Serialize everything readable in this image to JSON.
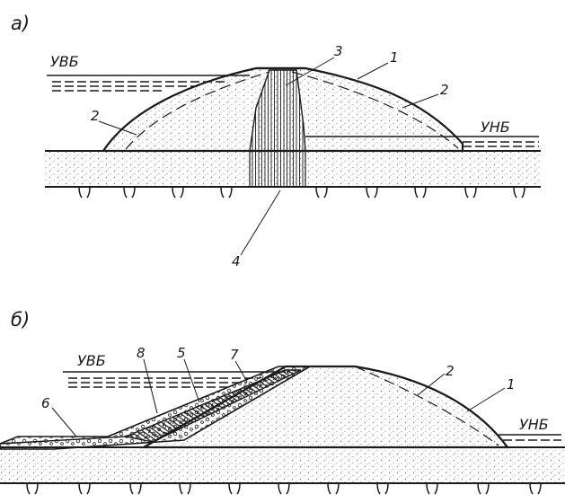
{
  "panels": [
    {
      "label": "а)",
      "upstream_level": "УВБ",
      "downstream_level": "УНБ",
      "callouts": [
        "1",
        "2",
        "2",
        "3",
        "4"
      ]
    },
    {
      "label": "б)",
      "upstream_level": "УВБ",
      "downstream_level": "УНБ",
      "callouts": [
        "1",
        "2",
        "5",
        "6",
        "7",
        "8"
      ]
    }
  ],
  "colors": {
    "ink": "#1a1a1a",
    "paper": "#ffffff",
    "stipple": "#8a8a8a"
  }
}
